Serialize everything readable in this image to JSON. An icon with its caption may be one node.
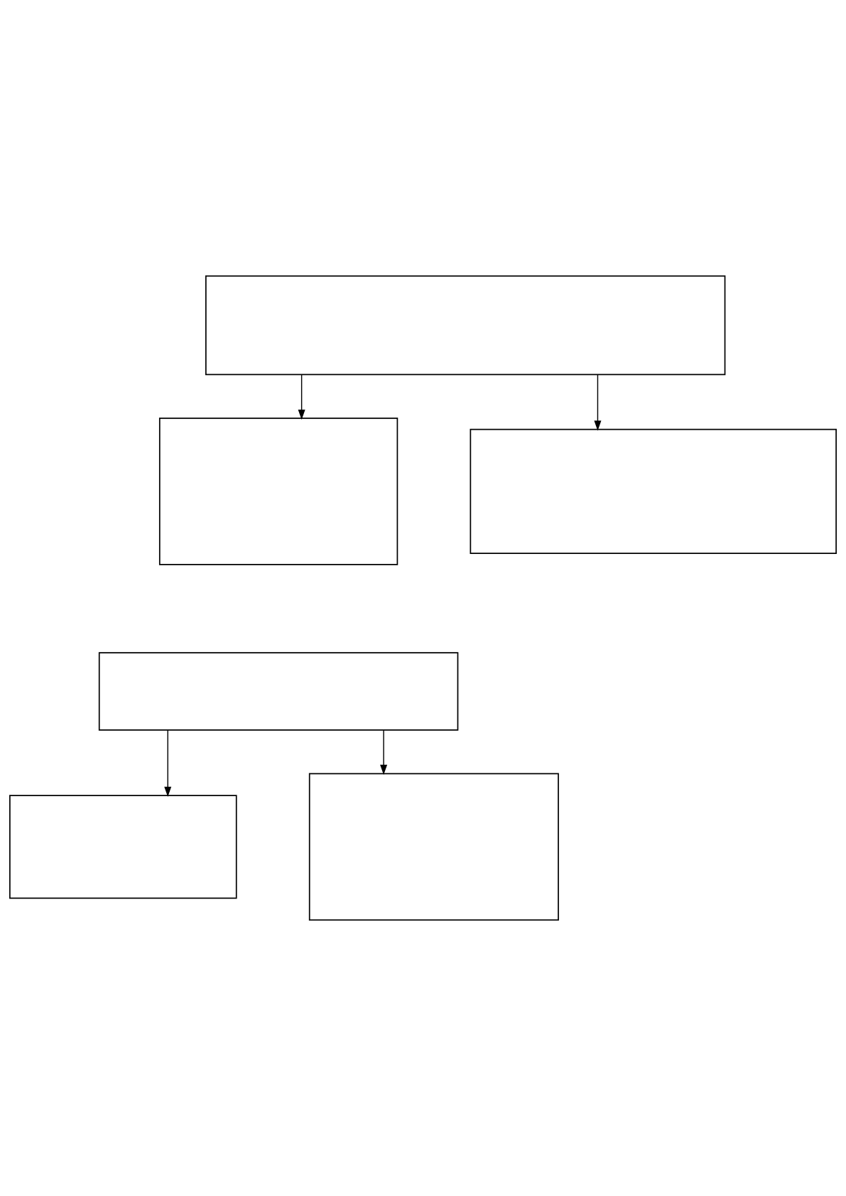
{
  "diagram": {
    "nodes": [
      {
        "text": [],
        "shape": "box"
      },
      {
        "text": [],
        "shape": "box"
      },
      {
        "text": [],
        "shape": "box"
      },
      {
        "text": [],
        "shape": "box"
      },
      {
        "text": [],
        "shape": "box"
      },
      {
        "text": [],
        "shape": "box"
      }
    ],
    "edges": [
      {
        "from": 0,
        "to": 1,
        "arrow": "to"
      },
      {
        "from": 0,
        "to": 2,
        "arrow": "to"
      },
      {
        "from": 3,
        "to": 4,
        "arrow": "to"
      },
      {
        "from": 3,
        "to": 5,
        "arrow": "to"
      }
    ]
  }
}
